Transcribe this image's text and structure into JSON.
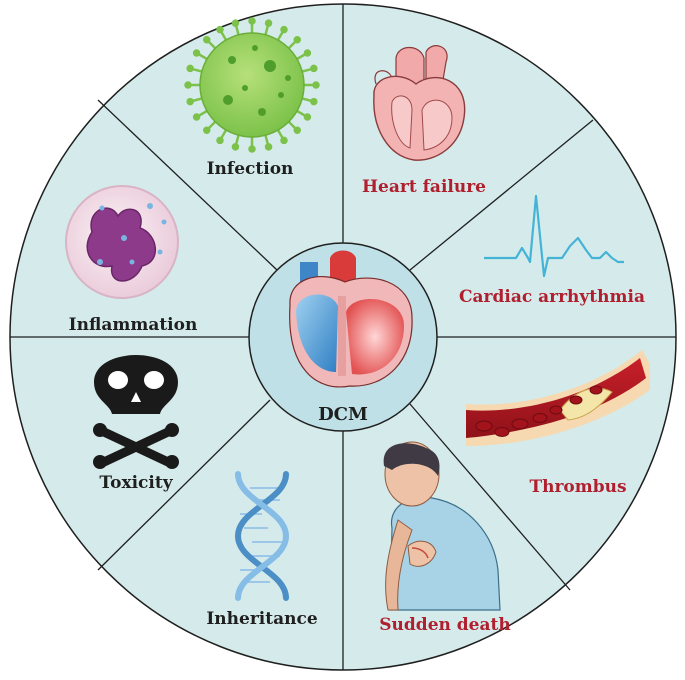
{
  "center": {
    "label": "DCM"
  },
  "causes": [
    {
      "id": "infection",
      "label": "Infection",
      "icon": "virus-icon"
    },
    {
      "id": "inflammation",
      "label": "Inflammation",
      "icon": "white-blood-cell-icon"
    },
    {
      "id": "toxicity",
      "label": "Toxicity",
      "icon": "skull-crossbones-icon"
    },
    {
      "id": "inheritance",
      "label": "Inheritance",
      "icon": "dna-helix-icon"
    }
  ],
  "effects": [
    {
      "id": "heart-failure",
      "label": "Heart failure",
      "icon": "heart-icon"
    },
    {
      "id": "cardiac-arrhythmia",
      "label": "Cardiac arrhythmia",
      "icon": "ecg-wave-icon"
    },
    {
      "id": "thrombus",
      "label": "Thrombus",
      "icon": "blood-vessel-clot-icon"
    },
    {
      "id": "sudden-death",
      "label": "Sudden death",
      "icon": "chest-pain-person-icon"
    }
  ],
  "colors": {
    "wheel_fill": "#d5ebeb",
    "center_fill": "#bfe0e6",
    "cause_label": "#1f1f1f",
    "effect_label": "#b01f2e"
  }
}
